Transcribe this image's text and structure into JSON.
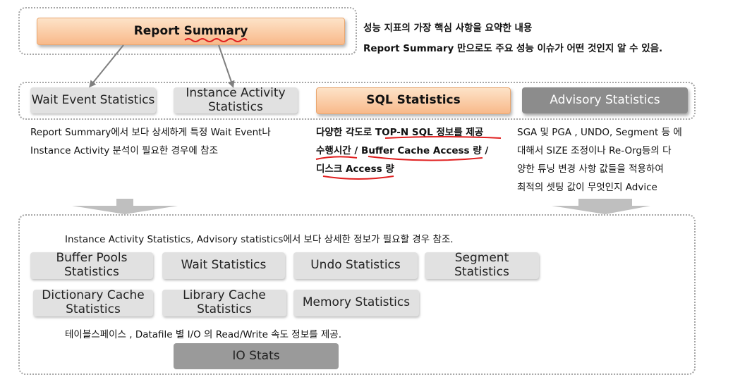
{
  "report_summary": {
    "label": "Report Summary",
    "desc_line1": "성능 지표의 가장 핵심 사항을 요약한 내용",
    "desc_line2": "Report Summary 만으로도 주요 성능 이슈가 어떤 것인지 알 수 있음."
  },
  "middle_row": {
    "wait_event": "Wait Event Statistics",
    "instance_activity": "Instance Activity Statistics",
    "sql_statistics": "SQL Statistics",
    "advisory": "Advisory Statistics"
  },
  "notes": {
    "left_line1": "Report Summary에서 보다 상세하게 특정 Wait Event나",
    "left_line2": "Instance Activity 분석이 필요한 경우에 참조",
    "sql_line1_a": "다양한 각도로 ",
    "sql_line1_b": "TOP-N SQL 정보를 제공",
    "sql_line2_a": "수행시간",
    "sql_line2_b": " / ",
    "sql_line2_c": "Buffer Cache Access 량",
    "sql_line2_d": " /",
    "sql_line3": "디스크 Access 량",
    "adv_line1": "SGA 및 PGA , UNDO, Segment 등 에",
    "adv_line2": "대해서 SIZE 조정이나 Re-Org등의 다",
    "adv_line3": "양한 튜닝 변경 사항 값들을 적용하여",
    "adv_line4": "최적의 셋팅 값이 무엇인지 Advice"
  },
  "bottom": {
    "intro": "Instance Activity Statistics, Advisory statistics에서 보다 상세한 정보가 필요할 경우 참조.",
    "buffer_pools": "Buffer Pools Statistics",
    "wait": "Wait Statistics",
    "undo": "Undo Statistics",
    "segment": "Segment Statistics",
    "dictionary_cache": "Dictionary Cache Statistics",
    "library_cache": "Library Cache Statistics",
    "memory": "Memory Statistics",
    "io_note": "테이블스페이스 , Datafile 별 I/O 의 Read/Write 속도 정보를 제공.",
    "io_stats": "IO Stats"
  },
  "colors": {
    "orange_box": "#f8b98a",
    "gray_box": "#e1e1e1",
    "dark_box": "#8c8c8c",
    "underline_red": "#e02020"
  }
}
